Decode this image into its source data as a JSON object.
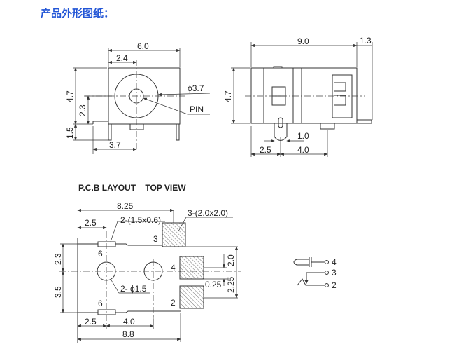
{
  "title": "产品外形图纸：",
  "front_view": {
    "width": "6.0",
    "offset": "2.4",
    "height": "4.7",
    "center_height": "2.3",
    "pin_length": "1.5",
    "pin_offset": "3.7",
    "diameter": "ϕ3.7",
    "pin_label": "PIN"
  },
  "side_view": {
    "length": "9.0",
    "extension": "1.3",
    "height": "4.7",
    "pin_width": "1.0",
    "pin_pos": "2.5",
    "pin_spacing": "4.0"
  },
  "pcb": {
    "heading": "P.C.B LAYOUT    TOP VIEW",
    "overall_top": "8.25",
    "slot_offset_top": "2.5",
    "slot_spec": "2-(1.5x0.6)",
    "pad_spec": "3-(2.0x2.0)",
    "pad3": "3",
    "pad4": "4",
    "pad2": "2",
    "slot_top": "6",
    "slot_bottom": "6",
    "upper": "2.3",
    "lower": "3.5",
    "hole_spec": "2- ϕ1.5",
    "pad_h": "2.0",
    "pad_gap": "0.25",
    "pad_pitch": "2.25",
    "bottom_a": "2.5",
    "bottom_b": "4.0",
    "overall_bottom": "8.8"
  },
  "schematic": {
    "pin4": "4",
    "pin3": "3",
    "pin2": "2"
  }
}
